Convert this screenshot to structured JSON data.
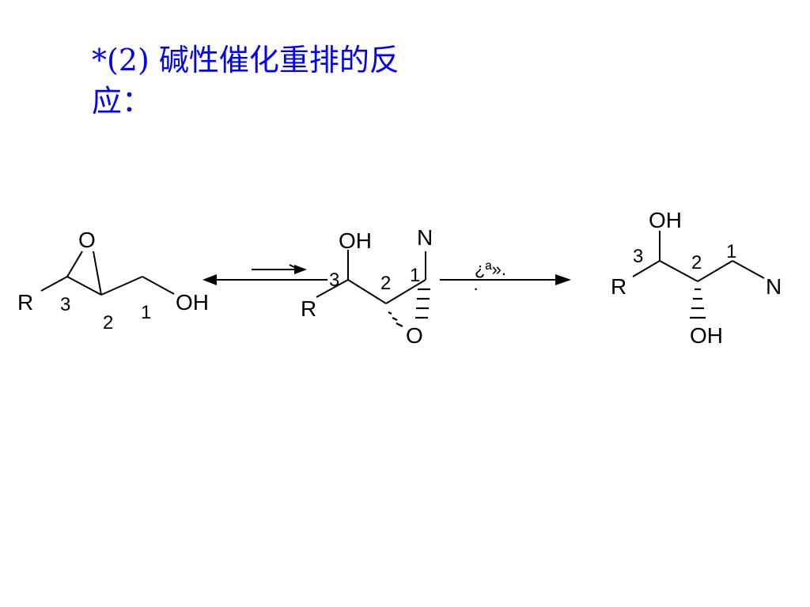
{
  "title": {
    "line1": "*(2) 碱性催化重排的反",
    "line2": "应："
  },
  "reactant": {
    "r": "R",
    "o_ring": "O",
    "oh": "OH",
    "num_3": "3",
    "num_2": "2",
    "num_1": "1"
  },
  "intermediate": {
    "oh": "OH",
    "n": "N",
    "r": "R",
    "o_ring": "O",
    "num_3": "3",
    "num_2": "2",
    "num_1": "1"
  },
  "conditions": {
    "top": "¿ª».",
    "bottom": "·"
  },
  "product": {
    "oh_top": "OH",
    "oh_bottom": "OH",
    "r": "R",
    "n": "N",
    "num_3": "3",
    "num_2": "2",
    "num_1": "1"
  }
}
